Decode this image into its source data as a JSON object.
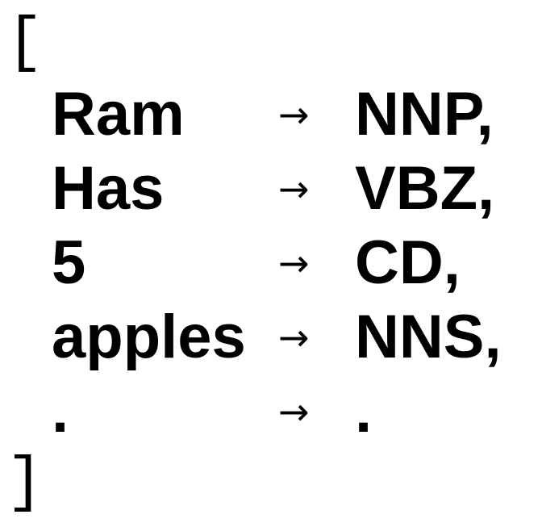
{
  "brackets": {
    "open": "[",
    "close": "]"
  },
  "mappings": [
    {
      "word": "Ram",
      "arrow": "→",
      "tag": "NNP,"
    },
    {
      "word": "Has",
      "arrow": "→",
      "tag": "VBZ,"
    },
    {
      "word": "5",
      "arrow": "→",
      "tag": "CD,"
    },
    {
      "word": "apples",
      "arrow": "→",
      "tag": "NNS,"
    },
    {
      "word": ".",
      "arrow": "→",
      "tag": "."
    }
  ]
}
